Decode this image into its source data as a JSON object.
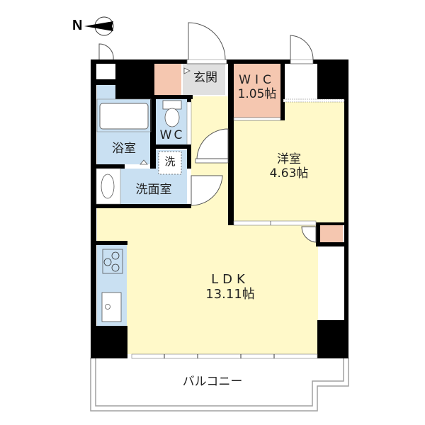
{
  "compass": {
    "letter": "N",
    "icon": "north-arrow-icon"
  },
  "colors": {
    "wall": "#000000",
    "wet_area": "#c9e0f2",
    "living_area": "#fff9c9",
    "storage": "#f5c7b0",
    "entrance": "#e0e0e0",
    "balcony_outline": "#a0a0a0"
  },
  "rooms": {
    "entrance": {
      "name": "玄関"
    },
    "wic": {
      "name": "WIC",
      "size": "1.05帖"
    },
    "wc": {
      "name": "WC"
    },
    "bathroom": {
      "name": "浴室"
    },
    "washer": {
      "name": "洗"
    },
    "washroom": {
      "name": "洗面室"
    },
    "western_room": {
      "name": "洋室",
      "size": "4.63帖"
    },
    "ldk": {
      "name": "LDK",
      "size": "13.11帖"
    },
    "balcony": {
      "name": "バルコニー"
    }
  }
}
